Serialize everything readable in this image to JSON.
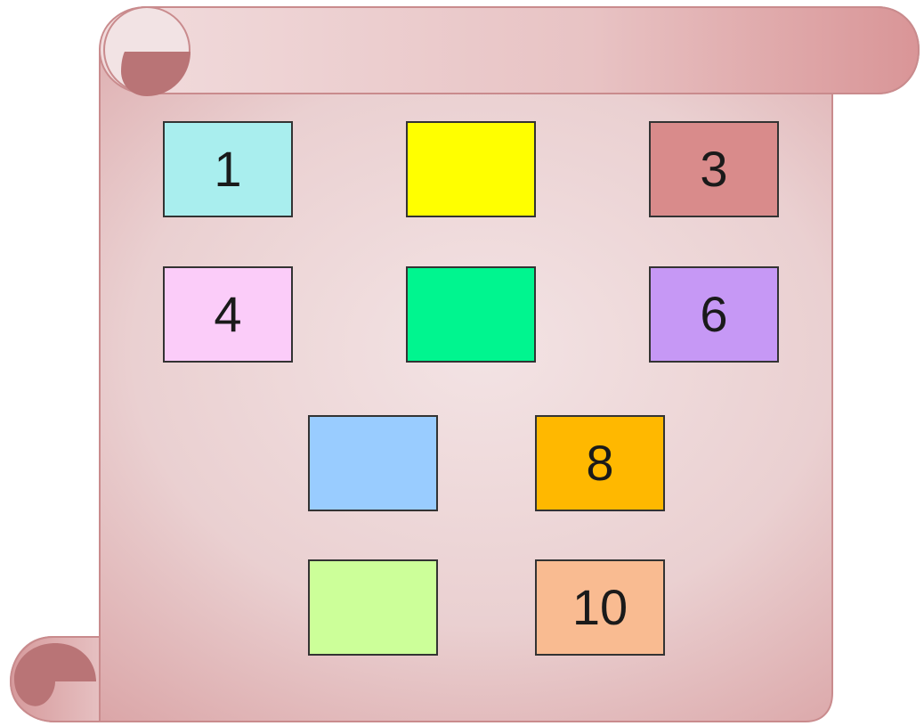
{
  "scroll": {
    "color_light": "#f3dfe0",
    "color_mid": "#e2b9bb",
    "color_dark": "#d48d8f",
    "curl_color": "#b97476"
  },
  "boxes": [
    {
      "label": "1",
      "color": "#a9eeee"
    },
    {
      "label": "",
      "color": "#ffff00"
    },
    {
      "label": "3",
      "color": "#d98b8b"
    },
    {
      "label": "4",
      "color": "#fbccf9"
    },
    {
      "label": "",
      "color": "#00f58f"
    },
    {
      "label": "6",
      "color": "#c698f5"
    },
    {
      "label": "",
      "color": "#99ccff"
    },
    {
      "label": "8",
      "color": "#ffb800"
    },
    {
      "label": "",
      "color": "#ccff99"
    },
    {
      "label": "10",
      "color": "#f9bb91"
    }
  ]
}
